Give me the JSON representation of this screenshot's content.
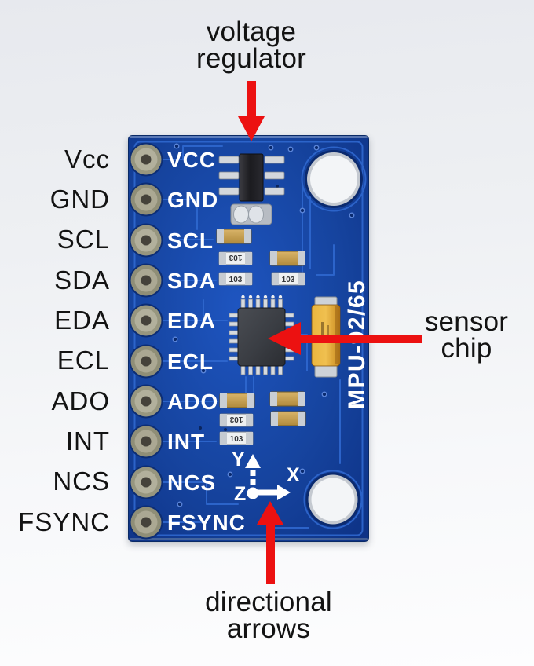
{
  "figure": {
    "annotations": {
      "voltage_regulator": "voltage\nregulator",
      "sensor_chip": "sensor\nchip",
      "directional_arrows": "directional\narrows"
    },
    "pin_labels": [
      "Vcc",
      "GND",
      "SCL",
      "SDA",
      "EDA",
      "ECL",
      "ADO",
      "INT",
      "NCS",
      "FSYNC"
    ]
  },
  "board": {
    "silkscreen_pins": [
      "VCC",
      "GND",
      "SCL",
      "SDA",
      "EDA",
      "ECL",
      "ADO",
      "INT",
      "NCS",
      "FSYNC"
    ],
    "model_text": "MPU-92/65",
    "axis_labels": {
      "x": "X",
      "y": "Y",
      "z": "Z"
    },
    "resistor_code": "103",
    "colors": {
      "pcb_blue": "#16449f",
      "arrow_red": "#ec1111",
      "silkscreen": "#ffffff"
    }
  }
}
